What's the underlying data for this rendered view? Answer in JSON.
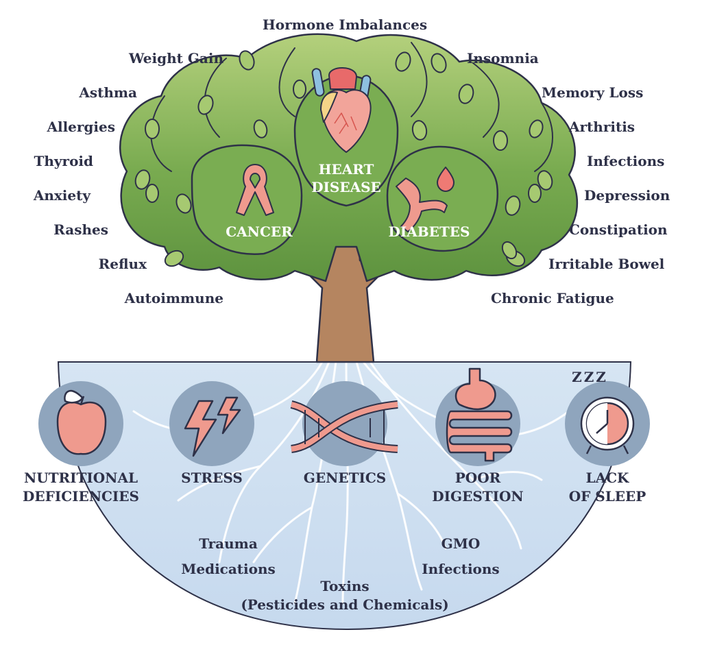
{
  "symptoms_left": [
    "Weight Gain",
    "Asthma",
    "Allergies",
    "Thyroid",
    "Anxiety",
    "Rashes",
    "Reflux",
    "Autoimmune"
  ],
  "symptoms_top": "Hormone Imbalances",
  "symptoms_right": [
    "Insomnia",
    "Memory Loss",
    "Arthritis",
    "Infections",
    "Depression",
    "Constipation",
    "Irritable Bowel",
    "Chronic Fatigue"
  ],
  "diseases": {
    "heart": [
      "HEART",
      "DISEASE"
    ],
    "cancer": "CANCER",
    "diabetes": "DIABETES"
  },
  "causes": [
    {
      "icon": "apple-icon",
      "lines": [
        "NUTRITIONAL",
        "DEFICIENCIES"
      ]
    },
    {
      "icon": "lightning-icon",
      "lines": [
        "STRESS"
      ]
    },
    {
      "icon": "dna-icon",
      "lines": [
        "GENETICS"
      ]
    },
    {
      "icon": "stomach-icon",
      "lines": [
        "POOR",
        "DIGESTION"
      ]
    },
    {
      "icon": "alarm-clock-icon",
      "lines": [
        "LACK",
        "OF SLEEP"
      ]
    }
  ],
  "sleep_glyph": "Z Z Z",
  "root_factors": {
    "left": [
      "Trauma",
      "Medications"
    ],
    "right": [
      "GMO",
      "Infections"
    ],
    "bottom": [
      "Toxins",
      "(Pesticides and Chemicals)"
    ]
  },
  "colors": {
    "text": "#2e3148",
    "canopy": "#6da04a",
    "canopy_light": "#a6c971",
    "trunk": "#b58560",
    "ground": "#cfe0f0",
    "icon_circle": "#8fa5bd",
    "pink": "#ef9a8e"
  }
}
